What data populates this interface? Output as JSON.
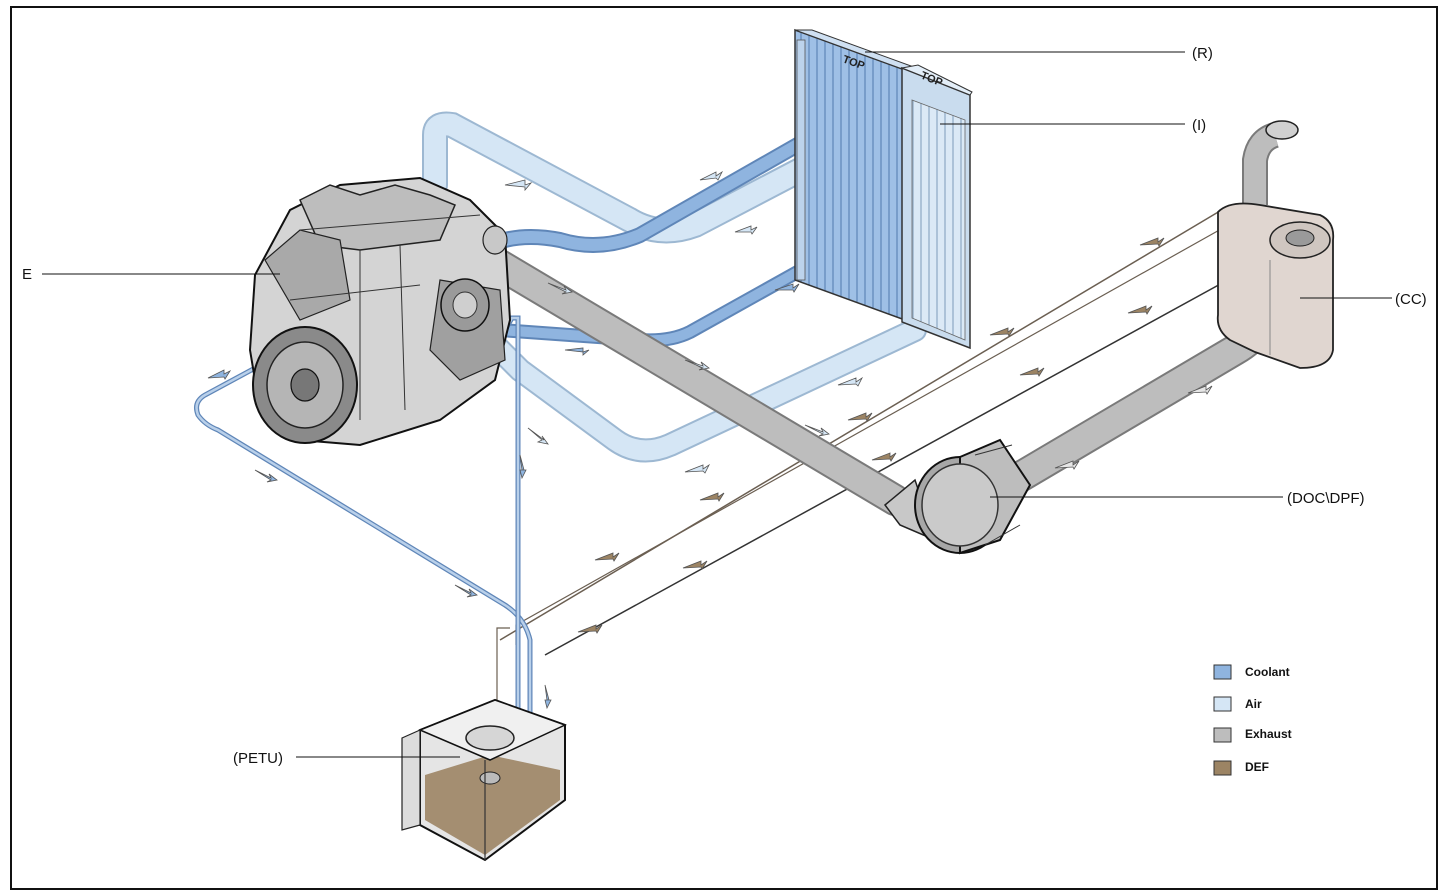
{
  "labels": {
    "engine": "E",
    "radiator": "(R)",
    "intercooler": "(I)",
    "cleanup_canister": "(CC)",
    "doc_dpf": "(DOC\\DPF)",
    "petu": "(PETU)"
  },
  "radiator_marks": {
    "radiator_top": "TOP",
    "intercooler_top": "TOP"
  },
  "legend": [
    {
      "label": "Coolant",
      "color": "#8fb4df"
    },
    {
      "label": "Air",
      "color": "#d5e6f5"
    },
    {
      "label": "Exhaust",
      "color": "#bdbdbd"
    },
    {
      "label": "DEF",
      "color": "#9c8464"
    }
  ],
  "colors": {
    "coolant": "#8fb4df",
    "coolant_dark": "#5f86b8",
    "air": "#d5e6f5",
    "air_dark": "#9db8d2",
    "exhaust": "#bdbdbd",
    "exhaust_dark": "#7a7a7a",
    "def": "#9c8464",
    "canister": "#e0d6d0"
  }
}
